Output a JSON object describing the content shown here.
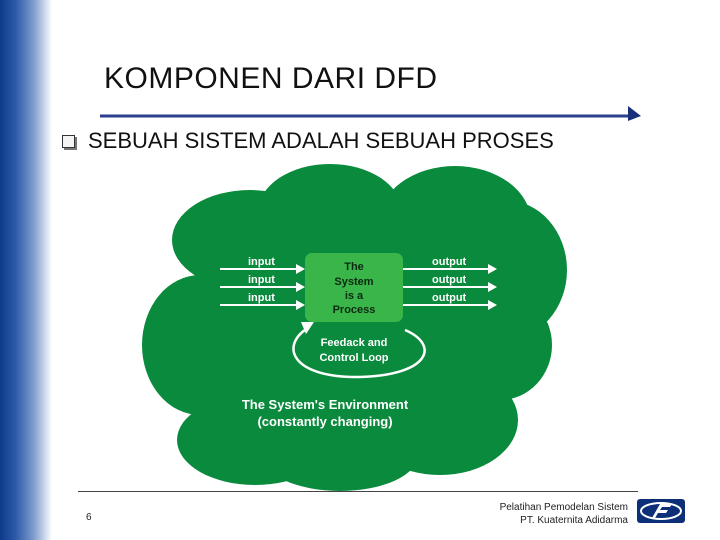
{
  "slide": {
    "title": "KOMPONEN DARI DFD",
    "bullet": "SEBUAH SISTEM ADALAH SEBUAH PROSES"
  },
  "diagram": {
    "inputs": [
      "input",
      "input",
      "input"
    ],
    "outputs": [
      "output",
      "output",
      "output"
    ],
    "process_lines": [
      "The",
      "System",
      "is a",
      "Process"
    ],
    "feedback_lines": [
      "Feedack and",
      "Control Loop"
    ],
    "environment_lines": [
      "The System's Environment",
      "(constantly changing)"
    ],
    "colors": {
      "cloud": "#0a8a3c",
      "process_box": "#39b54a",
      "text_dark": "#0b2a10",
      "white": "#ffffff"
    }
  },
  "footer": {
    "page_number": "6",
    "line1": "Pelatihan Pemodelan Sistem",
    "line2": "PT. Kuaternita Adidarma",
    "logo": "company-logo"
  }
}
